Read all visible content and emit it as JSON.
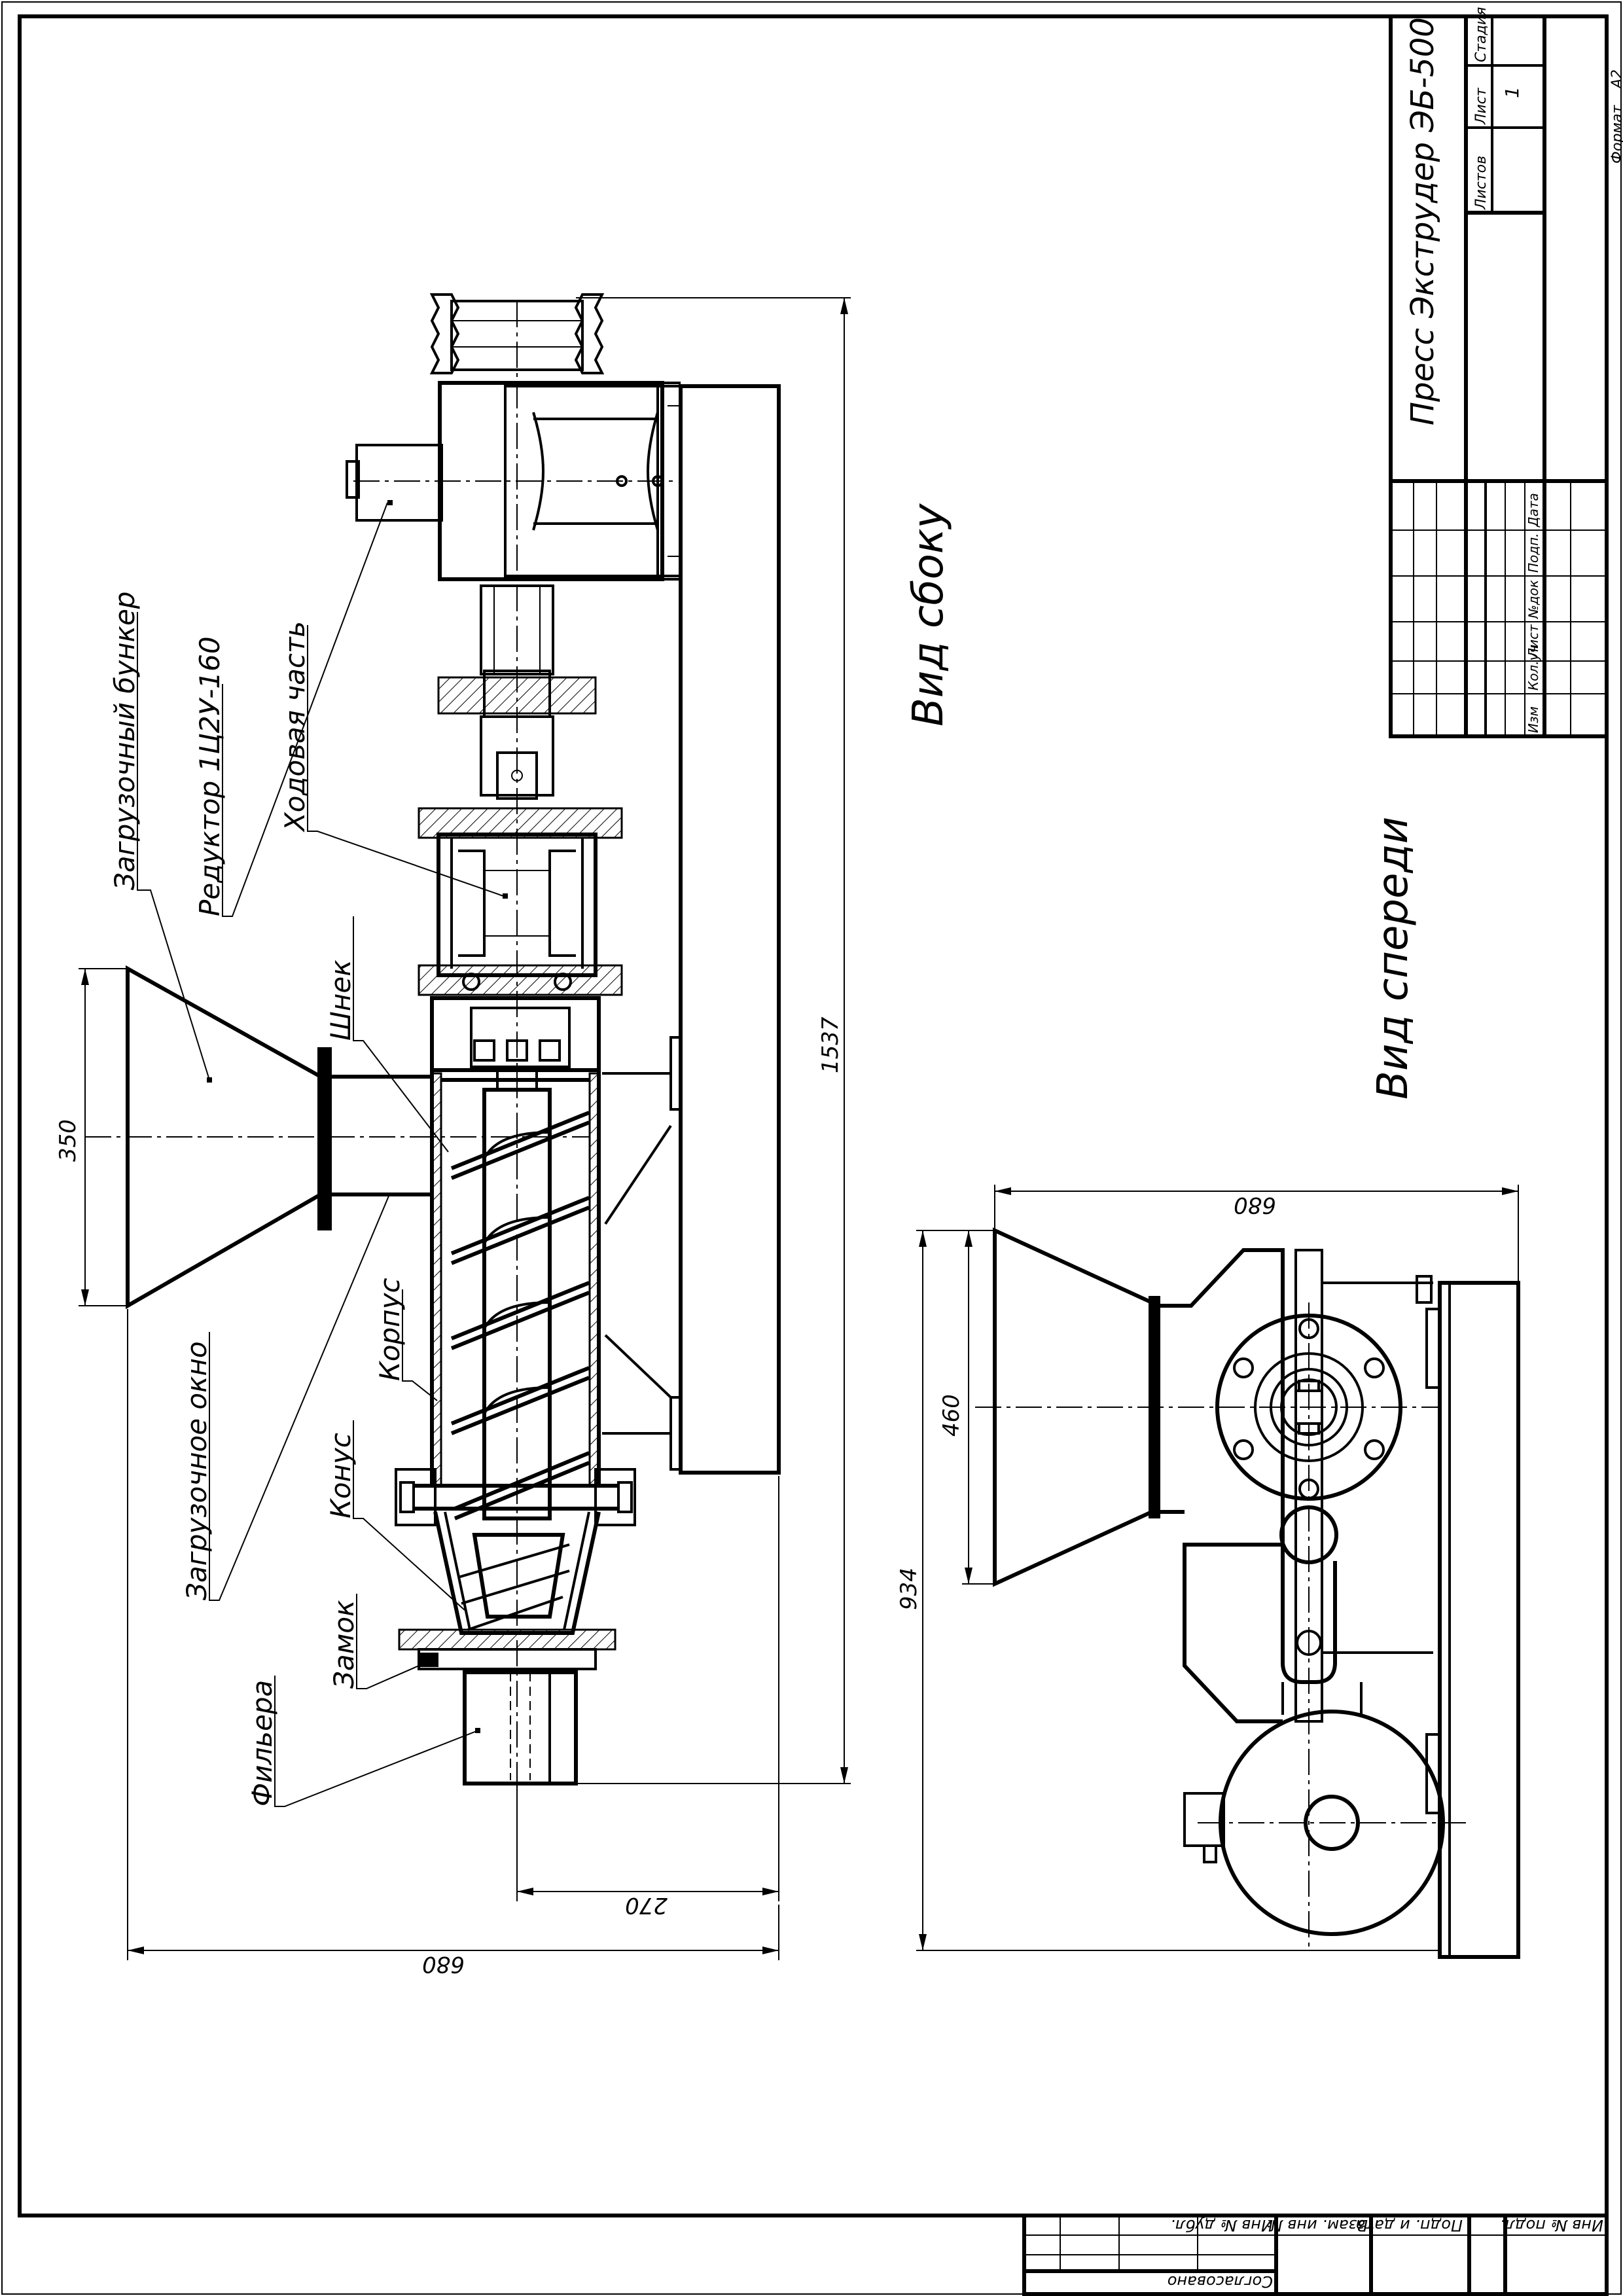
{
  "title_block": {
    "title": "Пресс Экструдер ЭБ-500",
    "stage_header": "Стадия",
    "sheet_header": "Лист",
    "sheets_header": "Листов",
    "sheet_number": "1",
    "format_label": "Формат",
    "format_value": "А2",
    "change_headers": [
      "Изм",
      "Кол.уч",
      "Лист",
      "№док",
      "Подп.",
      "Дата"
    ]
  },
  "bottom_strip": {
    "labels": [
      "Инв № подл.",
      "Подп. и дата",
      "Взам. инв №",
      "Инв № дубл.",
      "Подп. и дата",
      "Согласовано"
    ]
  },
  "views": {
    "side": "Вид сбоку",
    "front": "Вид спереди"
  },
  "callouts": {
    "hopper": "Загрузочный бункер",
    "reducer": "Редуктор 1Ц2У-160",
    "running": "Ходовая часть",
    "screw": "Шнек",
    "body": "Корпус",
    "window": "Загрузочное окно",
    "cone": "Конус",
    "lock": "Замок",
    "die": "Фильера"
  },
  "dimensions": {
    "side_hopper_width": "350",
    "side_total_length": "1537",
    "side_die_offset": "270",
    "side_total_height": "680",
    "front_width": "680",
    "front_hopper_height": "460",
    "front_total_height": "934"
  }
}
